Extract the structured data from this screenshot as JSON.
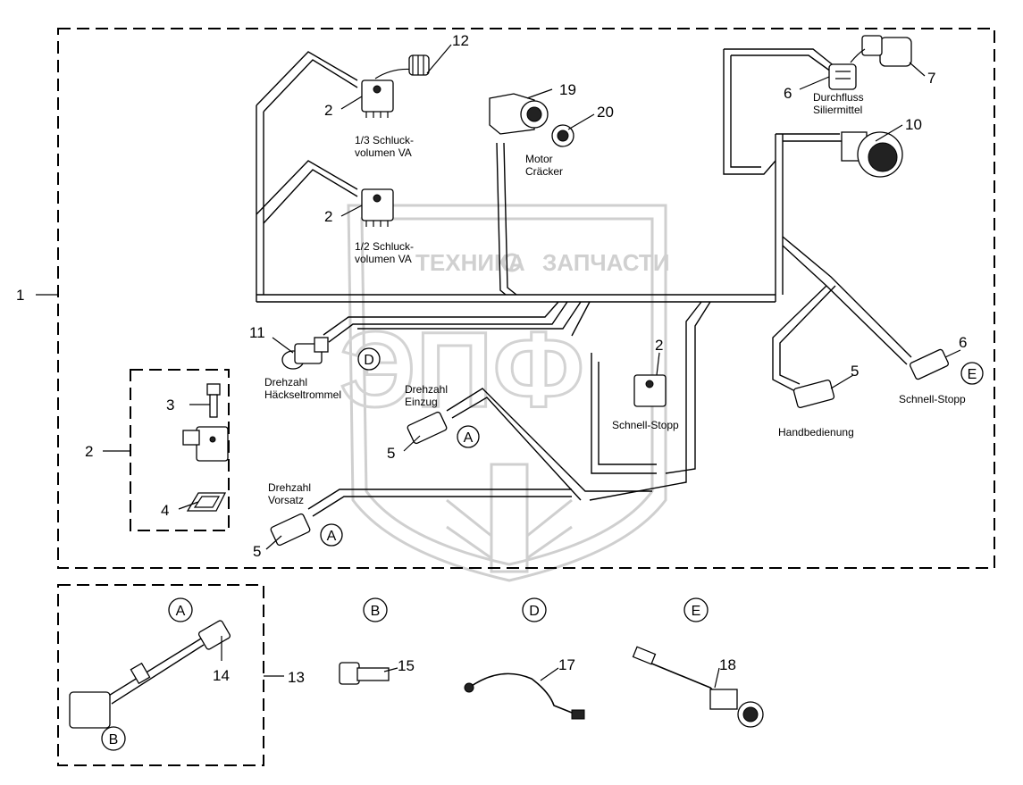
{
  "labels": {
    "l_1_3": "1/3 Schluck-",
    "l_1_3b": "volumen VA",
    "l_1_2": "1/2 Schluck-",
    "l_1_2b": "volumen VA",
    "motor": "Motor",
    "motorb": "Cräcker",
    "durch": "Durchfluss",
    "durchb": "Siliermittel",
    "dzh": "Drehzahl",
    "dzhb": "Häckseltrommel",
    "dze": "Drehzahl",
    "dzeb": "Einzug",
    "dzv": "Drehzahl",
    "dzvb": "Vorsatz",
    "schnell1": "Schnell-Stopp",
    "schnell2": "Schnell-Stopp",
    "hand": "Handbedienung"
  },
  "numbers": {
    "n1": "1",
    "n2a": "2",
    "n2b": "2",
    "n2c": "2",
    "n2d": "2",
    "n3": "3",
    "n4": "4",
    "n5a": "5",
    "n5b": "5",
    "n5c": "5",
    "n6a": "6",
    "n6b": "6",
    "n7": "7",
    "n10": "10",
    "n11": "11",
    "n12": "12",
    "n13": "13",
    "n14": "14",
    "n15": "15",
    "n17": "17",
    "n18": "18",
    "n19": "19",
    "n20": "20"
  },
  "circles": {
    "D1": "D",
    "A1": "A",
    "A2": "A",
    "E1": "E",
    "A3": "A",
    "B1": "B",
    "B2": "B",
    "D2": "D",
    "E2": "E"
  },
  "watermark": {
    "left": "ТЕХНИКА",
    "right": "ЗАПЧАСТИ",
    "logo": "ЭПФ"
  }
}
